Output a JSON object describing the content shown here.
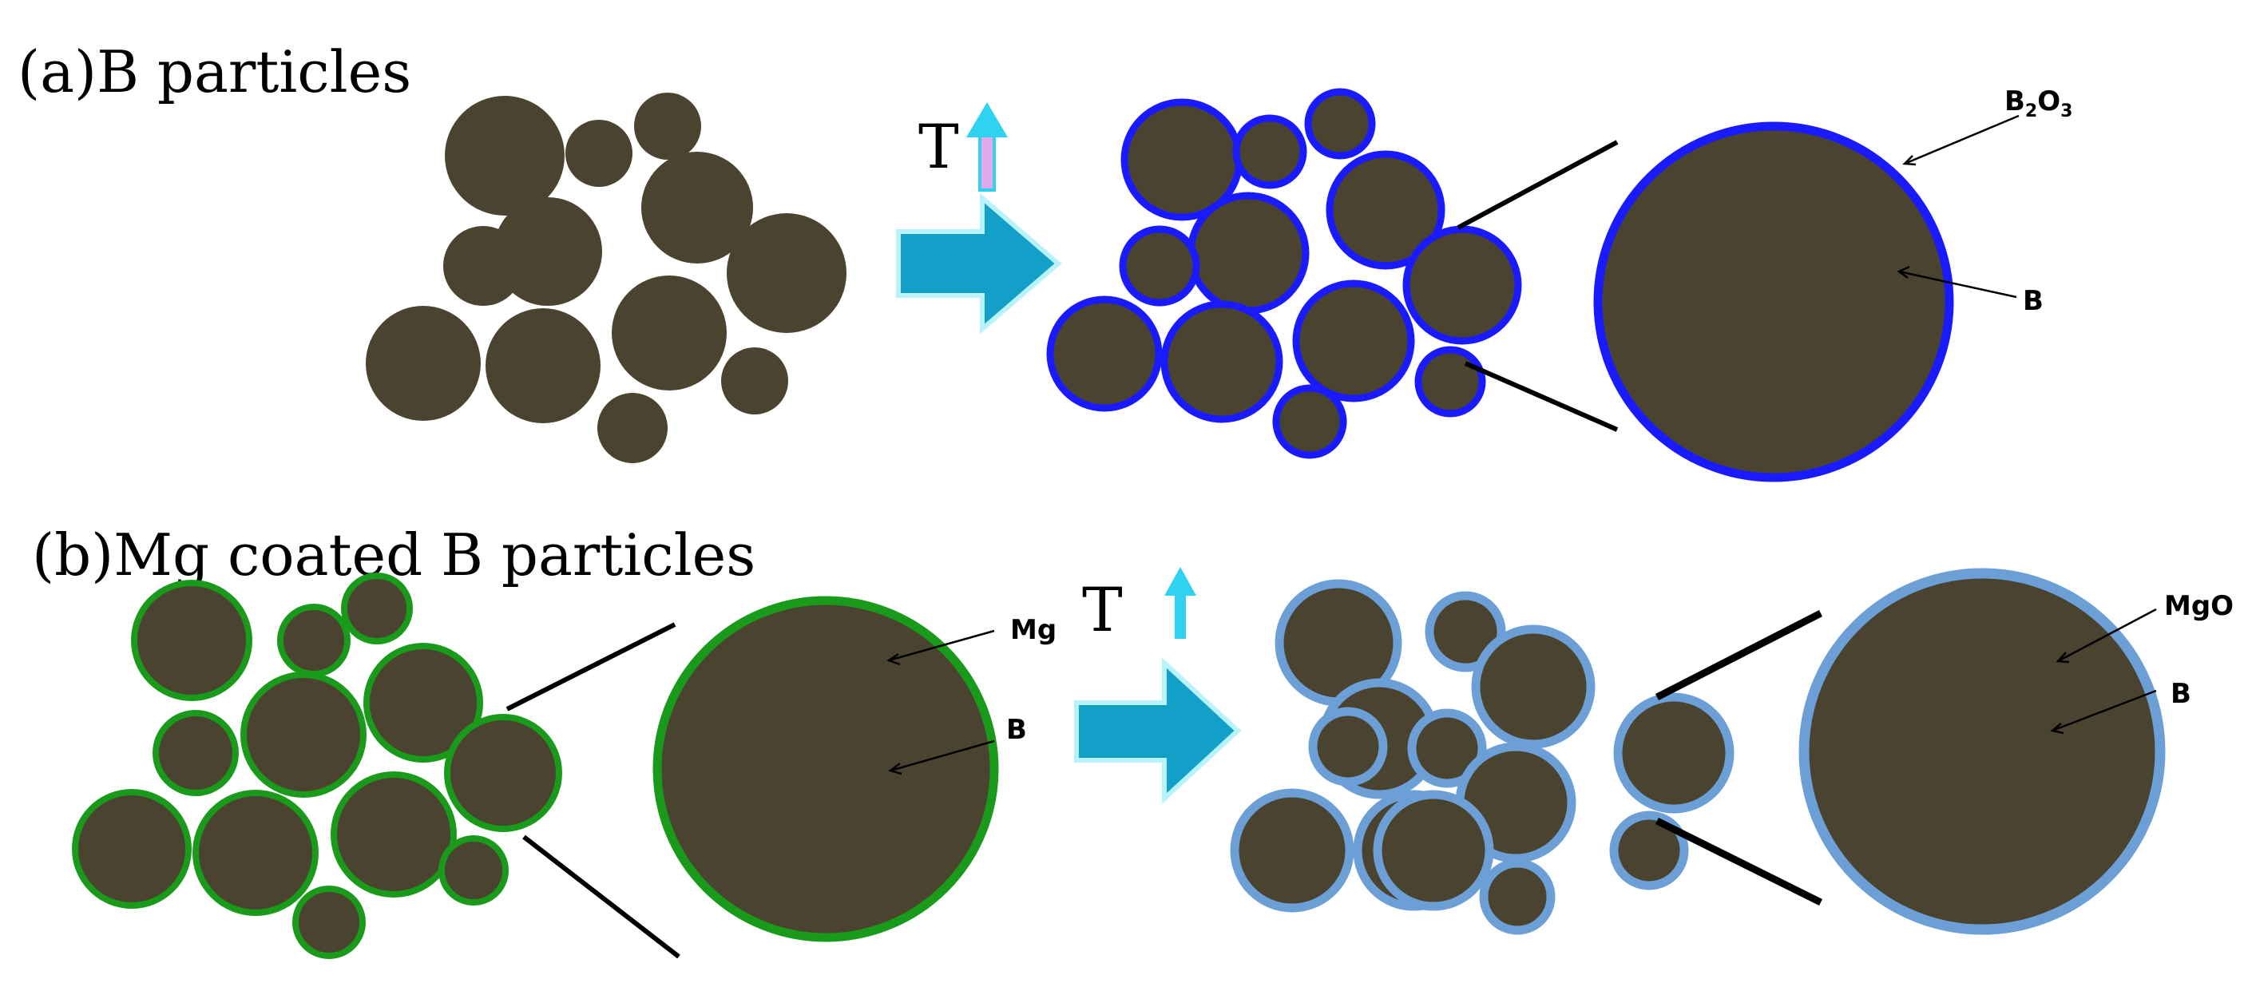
{
  "colors": {
    "particle_fill": "#4a4330",
    "b2o3_shell": "#1a1aff",
    "mg_shell": "#1a9a1a",
    "mgo_shell": "#6b9fd6",
    "process_arrow": "#12a0c8",
    "process_arrow_outline": "#b8f2fb",
    "temp_arrow": "#2fd2f0",
    "temp_arrow_stem": "#e2a8e8"
  },
  "panel_a": {
    "title": "(a)B particles",
    "temperature_symbol": "T",
    "temperature_arrow_icon": "up-arrow-icon",
    "process_arrow_icon": "right-arrow-icon",
    "shell_label": {
      "main": "B",
      "sub1": "2",
      "mid": "O",
      "sub2": "3"
    },
    "core_label": "B"
  },
  "panel_b": {
    "title": "(b)Mg coated B particles",
    "temperature_symbol": "T",
    "temperature_arrow_icon": "up-arrow-icon",
    "process_arrow_icon": "right-arrow-icon",
    "before": {
      "shell_label": "Mg",
      "core_label": "B"
    },
    "after": {
      "shell_label": "MgO",
      "core_label": "B"
    }
  }
}
